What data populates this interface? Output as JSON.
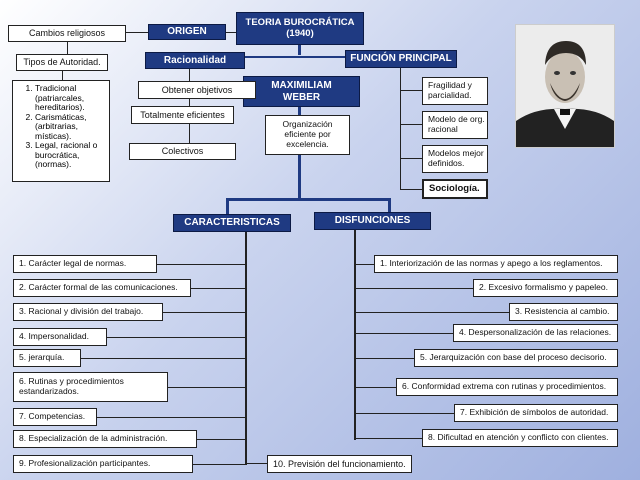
{
  "title": "TEORIA  BUROCRÁTICA\n(1940)",
  "origen": "ORIGEN",
  "cambios": "Cambios religiosos",
  "racionalidad": "Racionalidad",
  "funcion": "FUNCIÓN PRINCIPAL",
  "author": "MAXIMILIAM\nWEBER",
  "tipos": "Tipos de Autoridad.",
  "tipos_list": [
    "Tradicional (patriarcales, hereditarios).",
    "Carismáticas, (arbitrarias, místicas).",
    "Legal, racional o burocrática, (normas)."
  ],
  "obtener": "Obtener objetivos",
  "totalmente": "Totalmente eficientes",
  "colectivos": "Colectivos",
  "organizacion": "Organización\neficiente por\nexcelencia.",
  "func_items": [
    "Fragilidad y parcialidad.",
    "Modelo de org. racional",
    "Modelos mejor definidos.",
    "Sociología."
  ],
  "caracteristicas_header": "CARACTERISTICAS",
  "disfunciones_header": "DISFUNCIONES",
  "caracteristicas": [
    "1. Carácter legal de normas.",
    "2. Carácter formal de las comunicaciones.",
    "3. Racional y división del trabajo.",
    "4. Impersonalidad.",
    "5. jerarquía.",
    "6. Rutinas y procedimientos estandarizados.",
    "7. Competencias.",
    "8. Especialización de la administración.",
    "9. Profesionalización participantes."
  ],
  "prevision": "10. Previsión del funcionamiento.",
  "disfunciones": [
    "1. Interiorización de las normas y apego a los reglamentos.",
    "2. Excesivo formalismo y  papeleo.",
    "3. Resistencia al cambio.",
    "4. Despersonalización de las relaciones.",
    "5. Jerarquización con base del proceso decisorio.",
    "6. Conformidad extrema con rutinas y procedimientos.",
    "7. Exhibición de símbolos de autoridad.",
    "8. Dificultad en atención y conflicto con clientes."
  ],
  "colors": {
    "header_bg": "#1f3a82",
    "box_bg": "#ffffff",
    "line": "#222222"
  }
}
